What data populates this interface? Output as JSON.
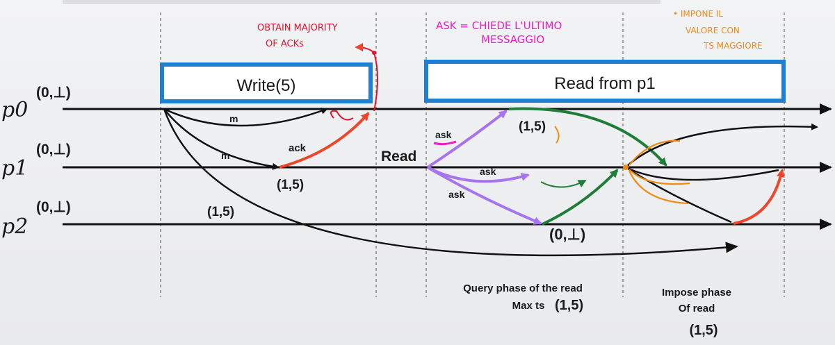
{
  "processes": [
    {
      "name": "p0",
      "initial": "(0,⊥)"
    },
    {
      "name": "p1",
      "initial": "(0,⊥)"
    },
    {
      "name": "p2",
      "initial": "(0,⊥)"
    }
  ],
  "operations": {
    "write_label": "Write(5)",
    "read_label": "Read from p1",
    "read_start": "Read"
  },
  "messages": {
    "m_top": "m",
    "m_mid": "m",
    "ack": "ack",
    "ask_top": "ask",
    "ask_mid": "ask",
    "ask_bottom": "ask"
  },
  "values": {
    "p1_after_write": "(1,5)",
    "p2_recv": "(1,5)",
    "p0_reply": "(1,5)",
    "p2_reply": "(0,⊥)"
  },
  "phases": {
    "query_line1": "Query phase of the read",
    "query_line2": "Max ts",
    "query_value": "(1,5)",
    "impose_line1": "Impose phase",
    "impose_line2": "Of read",
    "impose_value": "(1,5)"
  },
  "annotations": {
    "red_line1": "OBTAIN MAJORITY",
    "red_line2": "OF ACKs",
    "magenta_line1": "ASK = CHIEDE L'ULTIMO",
    "magenta_line2": "MESSAGGIO",
    "orange_line1": "• IMPONE IL",
    "orange_line2": "VALORE CON",
    "orange_line3": "TS MAGGIORE"
  },
  "colors": {
    "box_border": "#1f7fd0",
    "ack_red": "#f0452a",
    "ask_purple": "#a874ee",
    "reply_green": "#1f7d3a",
    "hand_red": "#e8102a",
    "hand_magenta": "#ee1cc8",
    "hand_orange": "#f28a10"
  }
}
